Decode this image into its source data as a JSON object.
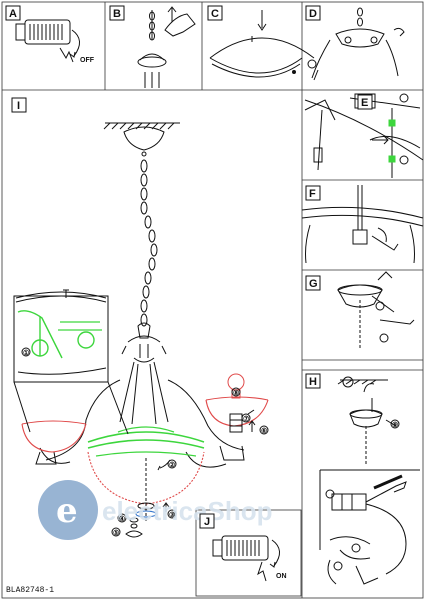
{
  "panels": {
    "A": {
      "label": "A",
      "switch_text": "OFF"
    },
    "B": {
      "label": "B"
    },
    "C": {
      "label": "C"
    },
    "D": {
      "label": "D"
    },
    "E": {
      "label": "E"
    },
    "F": {
      "label": "F"
    },
    "G": {
      "label": "G"
    },
    "H": {
      "label": "H"
    },
    "I": {
      "label": "I"
    },
    "J": {
      "label": "J",
      "switch_text": "ON"
    }
  },
  "step_markers": [
    "①",
    "②",
    "③",
    "④",
    "⑤",
    "⑥",
    "⑦",
    "⑧",
    "⑨"
  ],
  "watermark": {
    "prefix": "e",
    "text": "electricaShop"
  },
  "footer": {
    "code": "BLA82748-1"
  },
  "colors": {
    "line": "#111111",
    "highlight_green": "#3dd63d",
    "highlight_red": "#e04a4a",
    "watermark_blue": "#cfdde9",
    "watermark_disc": "#2f66a6"
  }
}
